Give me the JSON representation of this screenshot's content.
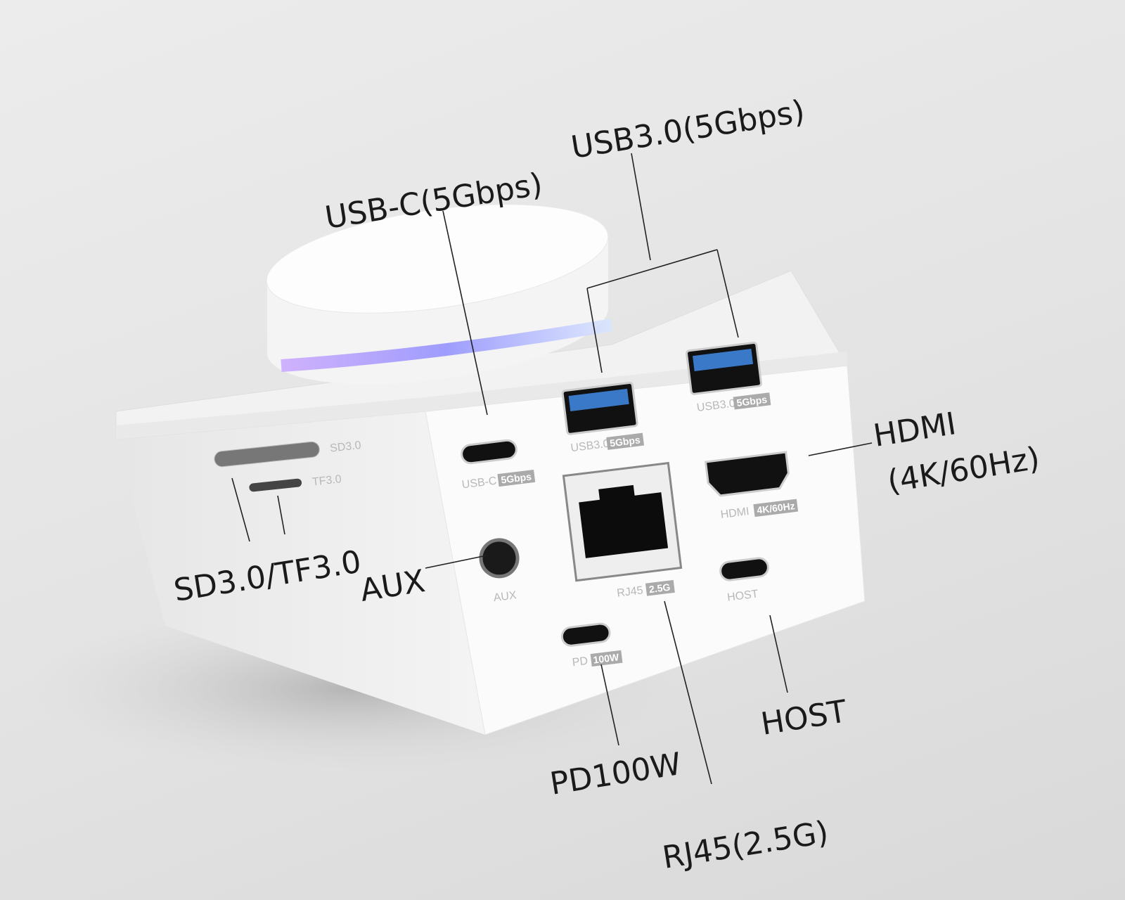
{
  "callouts": {
    "usb_c": "USB-C(5Gbps)",
    "usb3": "USB3.0(5Gbps)",
    "hdmi_line1": "HDMI",
    "hdmi_line2": "(4K/60Hz)",
    "sd_tf": "SD3.0/TF3.0",
    "aux": "AUX",
    "host": "HOST",
    "pd": "PD100W",
    "rj45": "RJ45(2.5G)"
  },
  "device_labels": {
    "usb_c": "USB-C",
    "usb_c_badge": "5Gbps",
    "usb3_a": "USB3.0",
    "usb3_a_badge": "5Gbps",
    "usb3_b": "USB3.0",
    "usb3_b_badge": "5Gbps",
    "hdmi": "HDMI",
    "hdmi_badge": "4K/60Hz",
    "aux": "AUX",
    "rj45": "RJ45",
    "rj45_badge": "2.5G",
    "host": "HOST",
    "pd": "PD",
    "pd_badge": "100W",
    "sd": "SD3.0",
    "tf": "TF3.0"
  },
  "colors": {
    "usb_blue": "#3a78c8",
    "glow": "#9a8cff",
    "device": "#f7f7f7"
  }
}
